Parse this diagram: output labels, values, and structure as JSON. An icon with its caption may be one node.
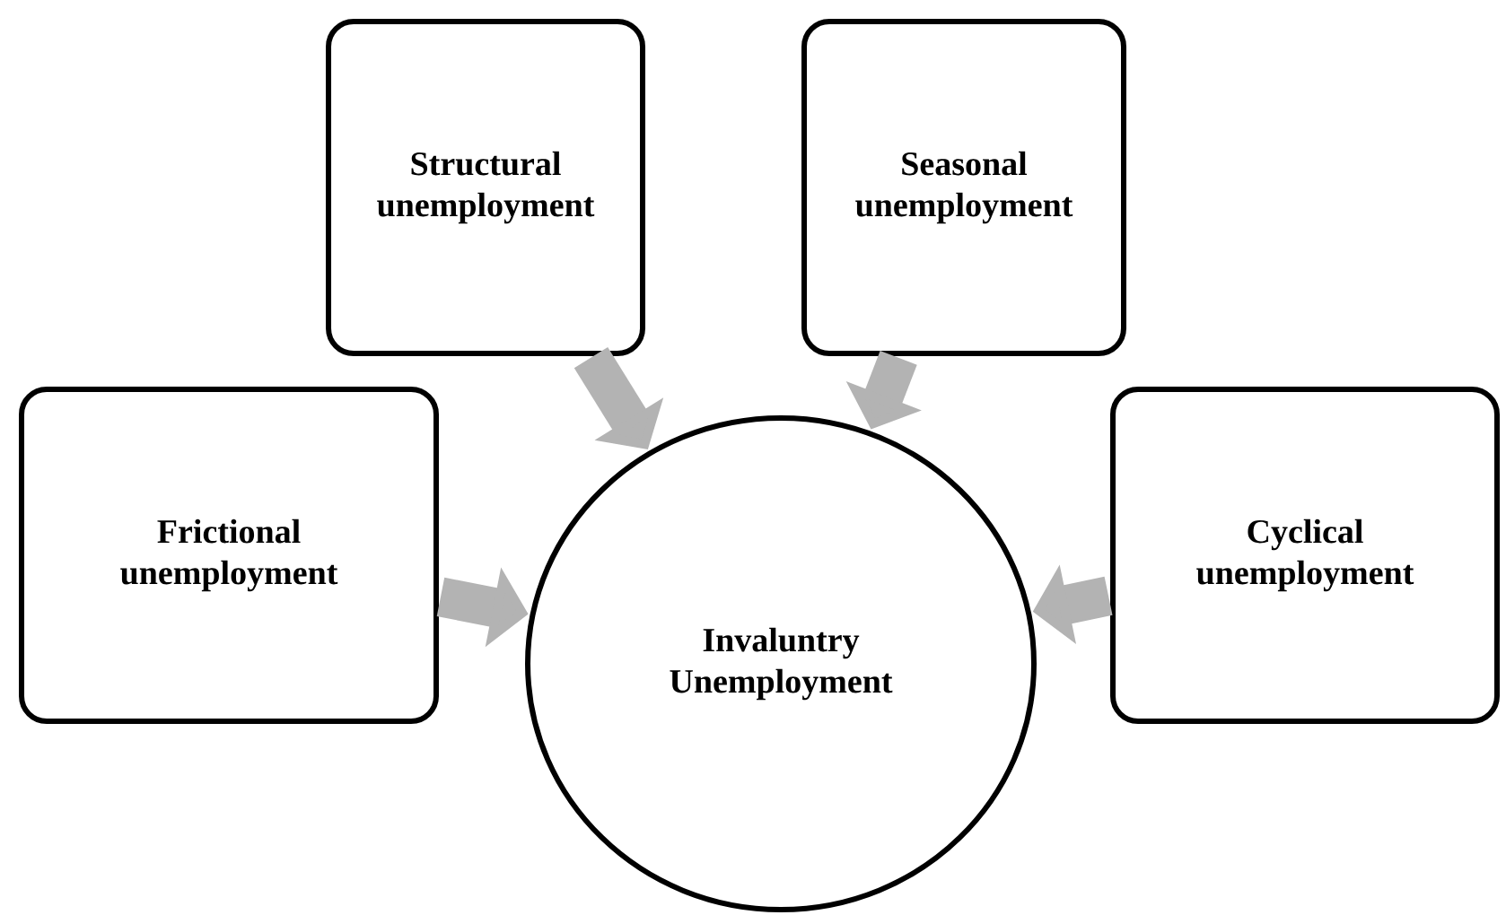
{
  "diagram": {
    "nodes": [
      {
        "text": [
          "Structural unemployment"
        ]
      },
      {
        "text": [
          "Seasonal unemployment"
        ]
      },
      {
        "text": [
          "Frictional unemployment"
        ]
      },
      {
        "text": [
          "Cyclical unemployment"
        ]
      },
      {
        "text": [
          "Invaluntry Unemployment"
        ]
      }
    ],
    "edges": [
      {
        "from": 0,
        "to": 4,
        "arrow": "to"
      },
      {
        "from": 1,
        "to": 4,
        "arrow": "to"
      },
      {
        "from": 2,
        "to": 4,
        "arrow": "to"
      },
      {
        "from": 3,
        "to": 4,
        "arrow": "to"
      }
    ]
  }
}
